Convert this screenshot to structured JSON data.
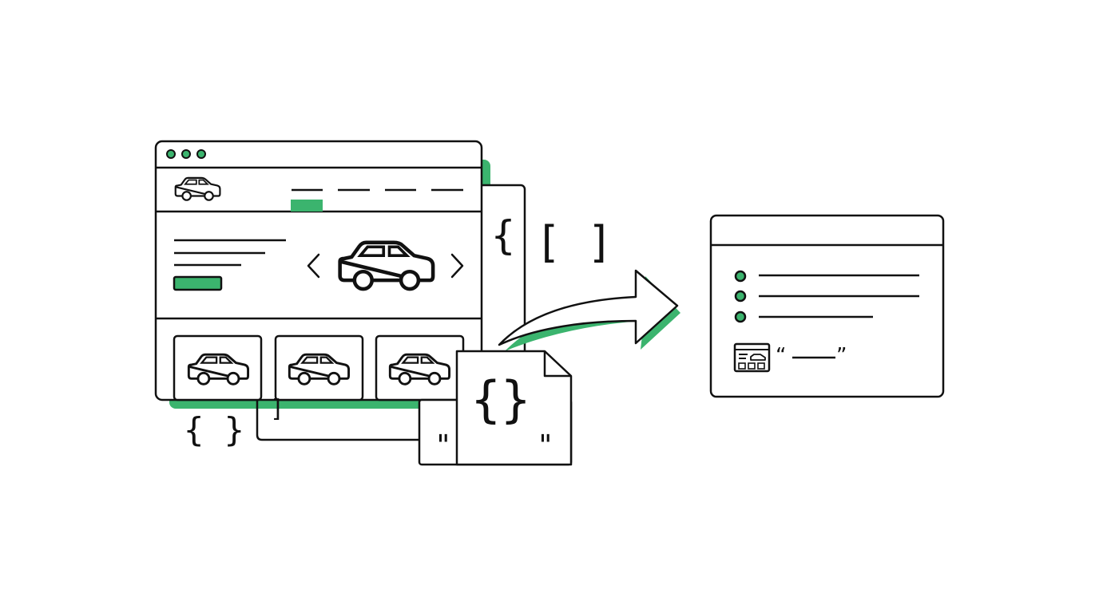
{
  "colors": {
    "accent": "#3bb46e",
    "ink": "#111111",
    "paper": "#ffffff"
  },
  "symbols": {
    "left_brace": "{",
    "bracket_pair": "[ ]",
    "bottom_braces": "{  }",
    "bottom_bracket": "]",
    "doc_braces": "{}",
    "doc_quote_left": "\"",
    "doc_quote_right": "\"",
    "quote_open": "“",
    "quote_close": "”"
  },
  "icons": {
    "window_controls": [
      "dot",
      "dot",
      "dot"
    ],
    "logo": "car-icon",
    "hero": "car-icon",
    "cards": [
      "car-icon",
      "car-icon",
      "car-icon"
    ],
    "transfer": "arrow-right-icon",
    "document": "json-document-icon",
    "preview": "webpage-thumbnail-icon",
    "bullets": [
      "bullet-dot",
      "bullet-dot",
      "bullet-dot"
    ]
  }
}
